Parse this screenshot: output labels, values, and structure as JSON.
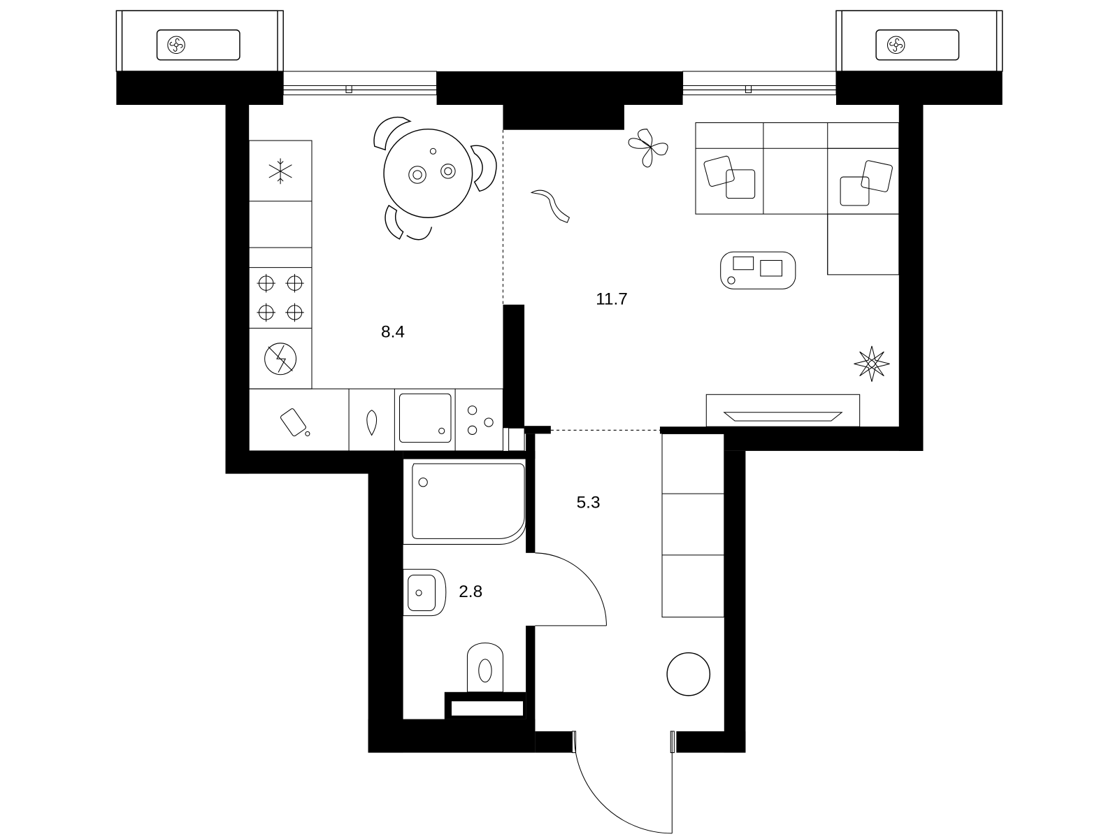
{
  "plan": {
    "rooms": [
      {
        "name": "kitchen",
        "area": "8.4"
      },
      {
        "name": "living-room",
        "area": "11.7"
      },
      {
        "name": "hallway",
        "area": "5.3"
      },
      {
        "name": "bathroom",
        "area": "2.8"
      }
    ],
    "colors": {
      "wall": "#000000",
      "background": "#ffffff"
    }
  }
}
